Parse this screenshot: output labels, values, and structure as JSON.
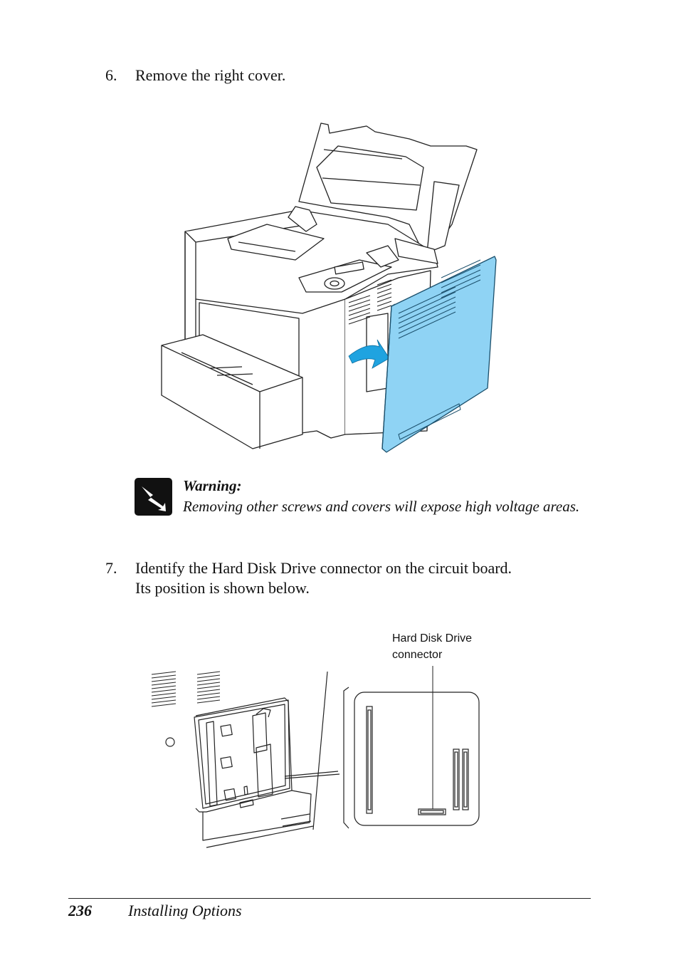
{
  "steps": [
    {
      "number": "6.",
      "text": "Remove the right cover."
    },
    {
      "number": "7.",
      "text_line1": "Identify the Hard Disk Drive connector on the circuit board.",
      "text_line2": "Its position is shown below."
    }
  ],
  "warning": {
    "icon": "high-voltage-warning-icon",
    "title": "Warning:",
    "body": "Removing other screws and covers will expose high voltage areas."
  },
  "figure2": {
    "callout_line1": "Hard Disk Drive",
    "callout_line2": "connector"
  },
  "footer": {
    "page_number": "236",
    "section": "Installing Options"
  },
  "colors": {
    "cover": "#8fd3f4",
    "arrow": "#1fa3e0",
    "line": "#222222"
  }
}
